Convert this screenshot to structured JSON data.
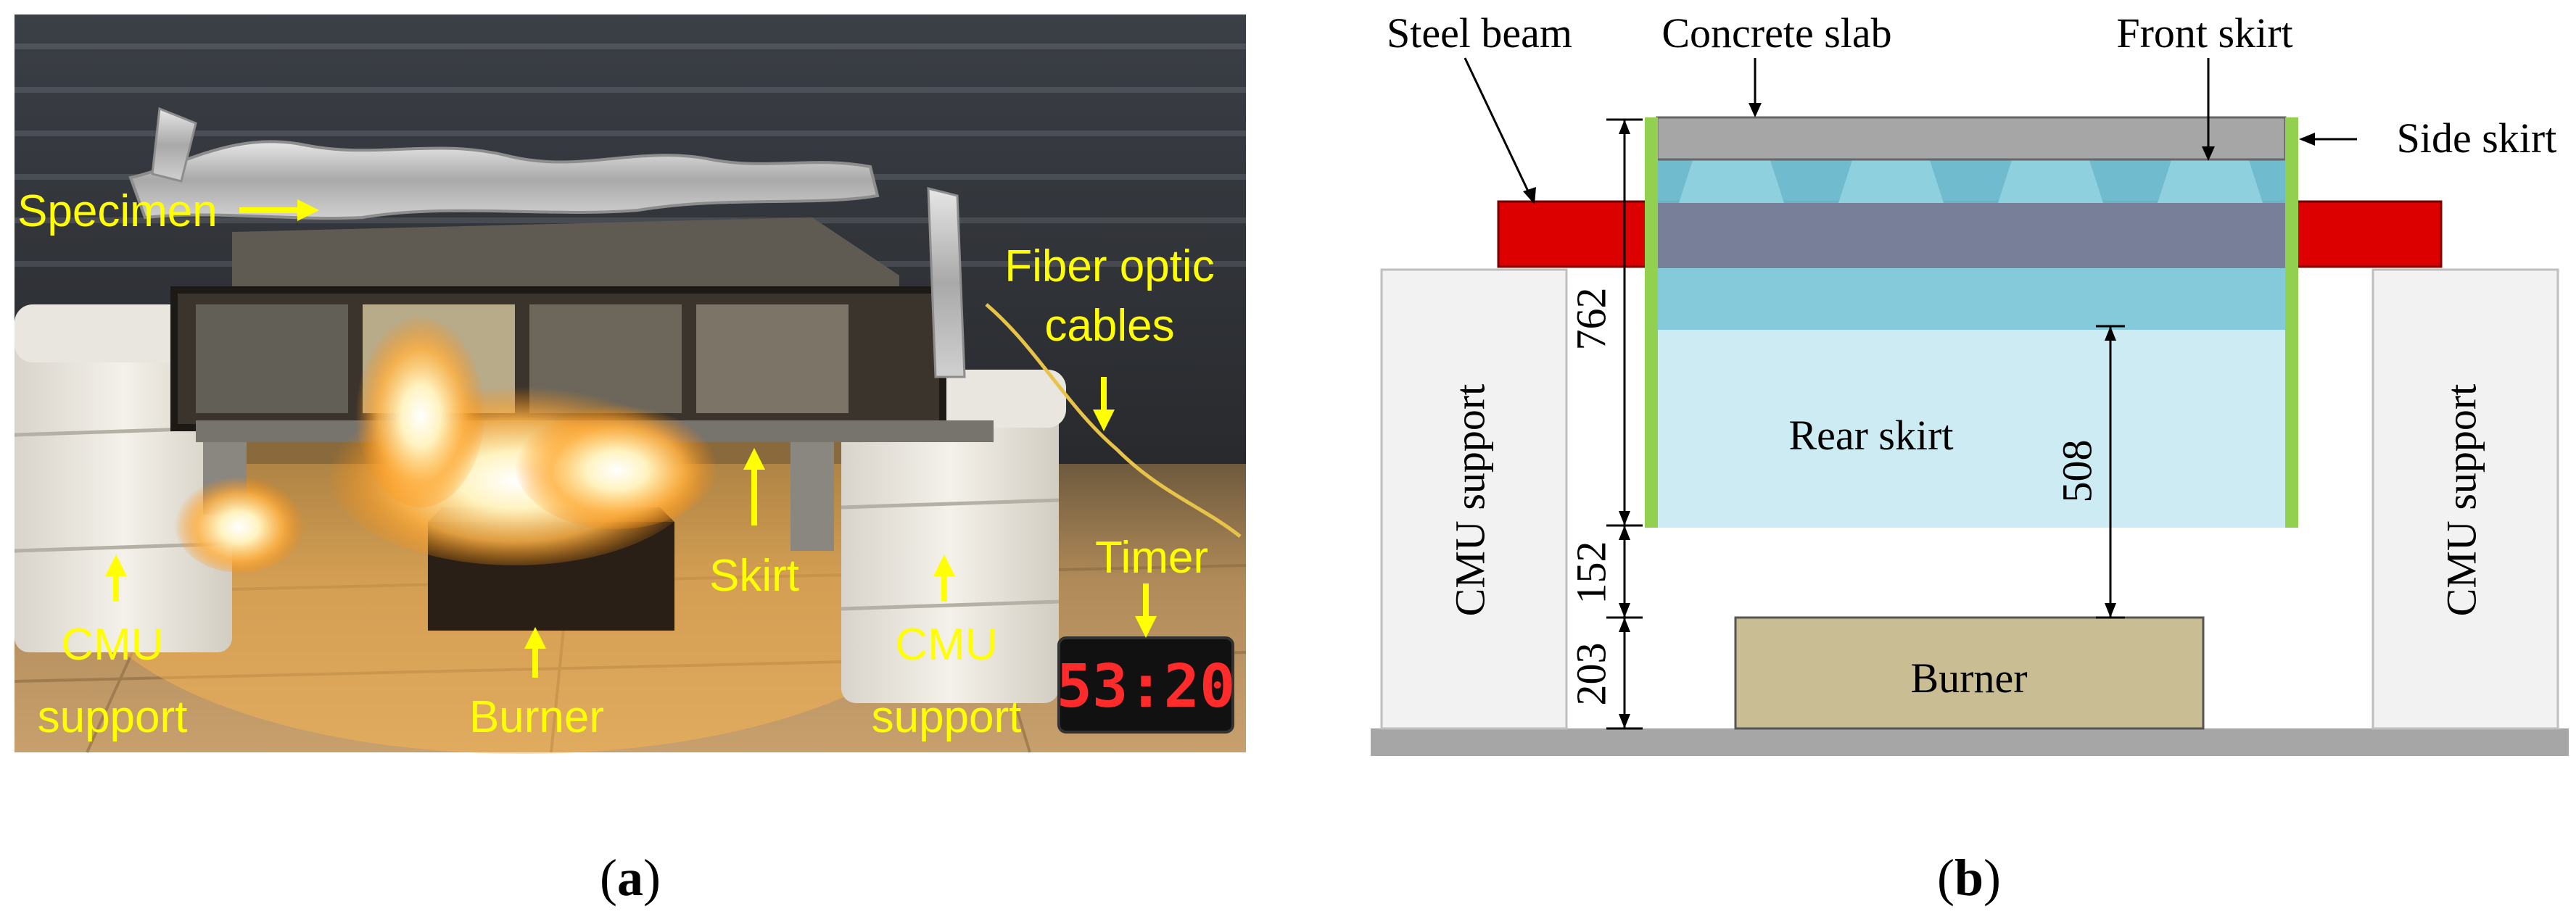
{
  "panels": {
    "a": {
      "label_open": "(",
      "label_letter": "a",
      "label_close": ")",
      "annotations": {
        "specimen": "Specimen",
        "fiber_optic_line1": "Fiber optic",
        "fiber_optic_line2": "cables",
        "timer": "Timer",
        "skirt": "Skirt",
        "burner": "Burner",
        "cmu_left_line1": "CMU",
        "cmu_left_line2": "support",
        "cmu_right_line1": "CMU",
        "cmu_right_line2": "support"
      },
      "timer_display": "53:20"
    },
    "b": {
      "label_open": "(",
      "label_letter": "b",
      "label_close": ")",
      "labels": {
        "steel_beam": "Steel beam",
        "concrete_slab": "Concrete slab",
        "front_skirt": "Front skirt",
        "side_skirt": "Side skirt",
        "rear_skirt": "Rear skirt",
        "burner": "Burner",
        "cmu_support_left": "CMU support",
        "cmu_support_right": "CMU support"
      },
      "dimensions": {
        "d762": "762",
        "d152": "152",
        "d203": "203",
        "d508": "508"
      }
    }
  },
  "colors": {
    "annotation": "#ffff00",
    "steel_beam": "#dd0000",
    "concrete_slab": "#a6a6a6",
    "skirt_fill": "#bfe6f0",
    "side_skirt": "#92d050",
    "burner": "#c9bd93",
    "cmu_support": "#f2f2f2",
    "floor": "#a6a6a6"
  }
}
